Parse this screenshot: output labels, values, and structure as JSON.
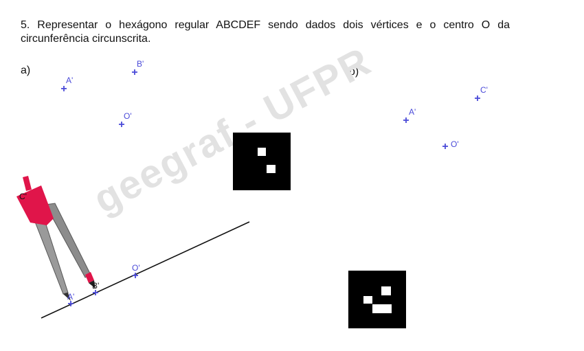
{
  "problem_text": "5. Representar o hexágono regular ABCDEF sendo dados dois vértices e o centro O da circunferência circunscrita.",
  "watermark": "geegraf - UFPR",
  "part_a": {
    "label": "a)",
    "points": [
      {
        "id": "A'",
        "label": "A'"
      },
      {
        "id": "B'",
        "label": "B'"
      },
      {
        "id": "O'",
        "label": "O'"
      }
    ]
  },
  "part_b": {
    "label": "b)",
    "points": [
      {
        "id": "A'",
        "label": "A'"
      },
      {
        "id": "C'",
        "label": "C'"
      },
      {
        "id": "O'",
        "label": "O'"
      }
    ]
  },
  "construction": {
    "compass_label": "C'",
    "points": [
      {
        "id": "A'",
        "label": "A'"
      },
      {
        "id": "B'",
        "label": "B'"
      },
      {
        "id": "O'",
        "label": "O'"
      }
    ]
  },
  "colors": {
    "point": "#4a4ad8",
    "compass_head": "#e0154a",
    "compass_leg": "#8c8c8c",
    "watermark": "#e2e2e2"
  },
  "icons": [
    "compass-icon",
    "qr-code-icon"
  ]
}
